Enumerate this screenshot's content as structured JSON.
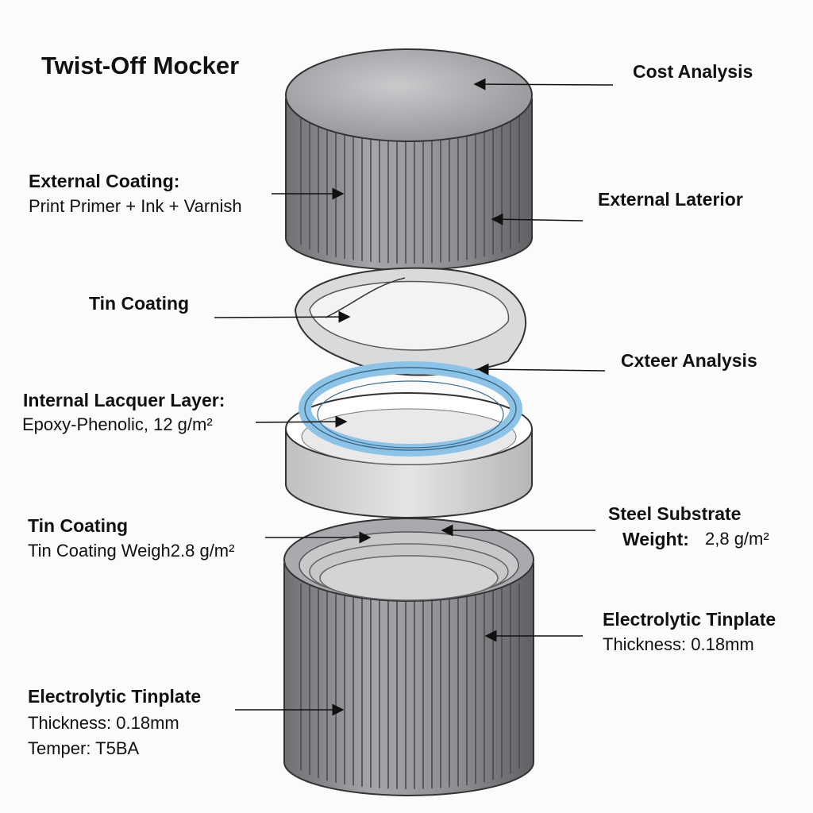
{
  "title": "Twist-Off Mocker",
  "labels": {
    "cost_analysis": "Cost Analysis",
    "external_coating_title": "External Coating:",
    "external_coating_detail": "Print Primer + Ink + Varnish",
    "external_laterior": "External Laterior",
    "tin_coating_top": "Tin Coating",
    "cxteer_analysis": "Cxteer Analysis",
    "internal_lacquer_title": "Internal Lacquer Layer:",
    "internal_lacquer_detail": "Epoxy-Phenolic, 12 g/m²",
    "tin_coating_title": "Tin Coating",
    "tin_coating_detail": "Tin Coating Weigh2.8 g/m²",
    "steel_substrate_title": "Steel Substrate",
    "steel_weight_label": "Weight:",
    "steel_weight_value": "2,8 g/m²",
    "tinplate_right_title": "Electrolytic Tinplate",
    "tinplate_right_thickness": "Thickness: 0.18mm",
    "tinplate_left_title": "Electrolytic Tinplate",
    "tinplate_left_thickness": "Thickness: 0.18mm",
    "tinplate_left_temper": "Temper: T5BA"
  },
  "colors": {
    "metal": "#9a9c9f",
    "metal_dark": "#6f7174",
    "liner": "#e6e7e8",
    "seal_ring": "#a9d3f0",
    "line": "#222222"
  }
}
